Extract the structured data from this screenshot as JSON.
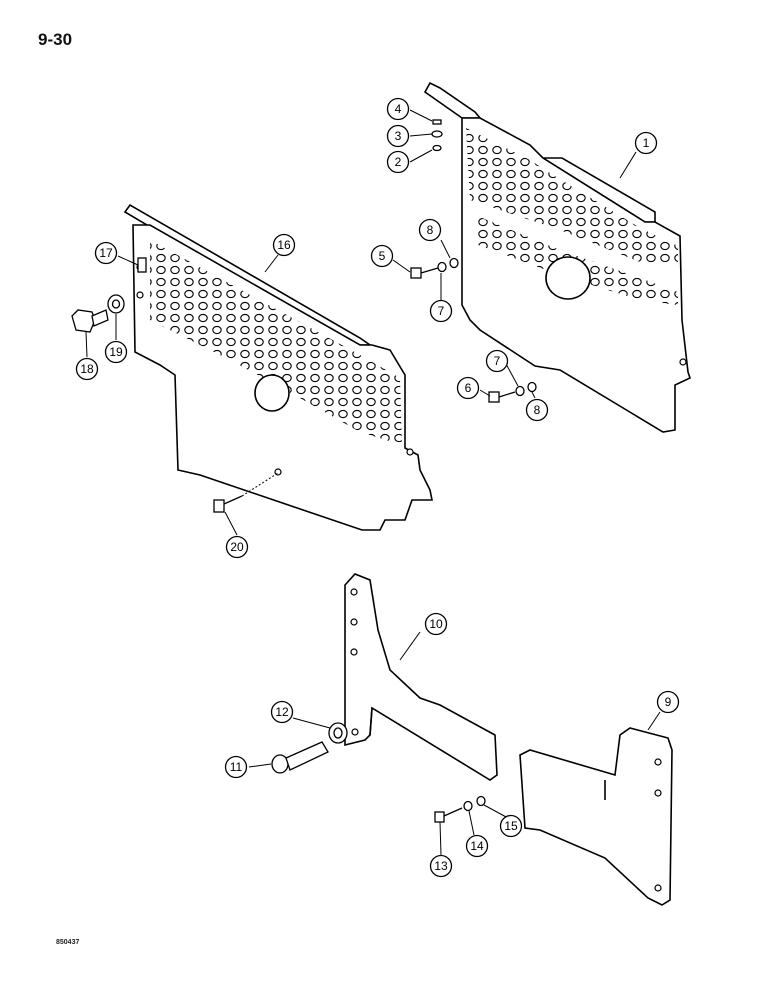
{
  "page_number": "9-30",
  "reference_code": "850437",
  "callouts": [
    {
      "id": "c1",
      "label": "1"
    },
    {
      "id": "c2",
      "label": "2"
    },
    {
      "id": "c3",
      "label": "3"
    },
    {
      "id": "c4",
      "label": "4"
    },
    {
      "id": "c5",
      "label": "5"
    },
    {
      "id": "c6",
      "label": "6"
    },
    {
      "id": "c7a",
      "label": "7"
    },
    {
      "id": "c7b",
      "label": "7"
    },
    {
      "id": "c8a",
      "label": "8"
    },
    {
      "id": "c8b",
      "label": "8"
    },
    {
      "id": "c9",
      "label": "9"
    },
    {
      "id": "c10",
      "label": "10"
    },
    {
      "id": "c11",
      "label": "11"
    },
    {
      "id": "c12",
      "label": "12"
    },
    {
      "id": "c13",
      "label": "13"
    },
    {
      "id": "c14",
      "label": "14"
    },
    {
      "id": "c15",
      "label": "15"
    },
    {
      "id": "c16",
      "label": "16"
    },
    {
      "id": "c17",
      "label": "17"
    },
    {
      "id": "c18",
      "label": "18"
    },
    {
      "id": "c19",
      "label": "19"
    },
    {
      "id": "c20",
      "label": "20"
    }
  ]
}
